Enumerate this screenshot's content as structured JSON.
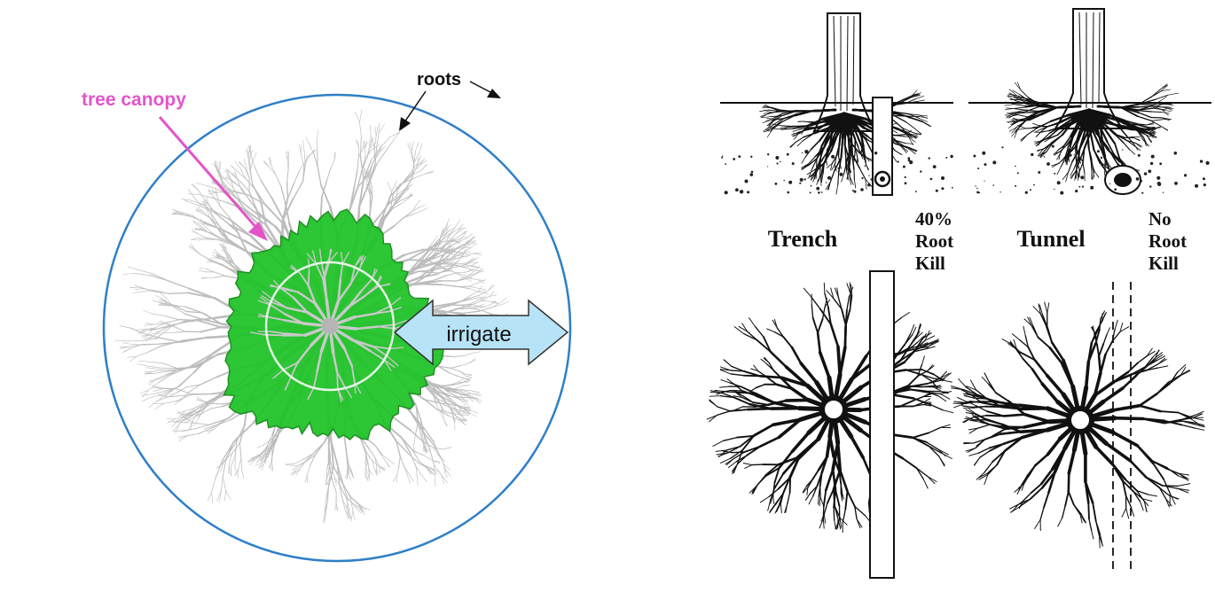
{
  "left_diagram": {
    "canopy_label": "tree canopy",
    "roots_label": "roots",
    "irrigate_label": "irrigate",
    "colors": {
      "canopy": "#22c32a",
      "canopy_label": "#e255c8",
      "circle": "#2f7fc8",
      "irrigate_arrow": "#b7e3f7",
      "roots": "#bdbdbd"
    }
  },
  "right_diagram": {
    "trench": {
      "label": "Trench",
      "kill_lines": [
        "40%",
        "Root",
        "Kill"
      ]
    },
    "tunnel": {
      "label": "Tunnel",
      "kill_lines": [
        "No",
        "Root",
        "Kill"
      ]
    }
  }
}
